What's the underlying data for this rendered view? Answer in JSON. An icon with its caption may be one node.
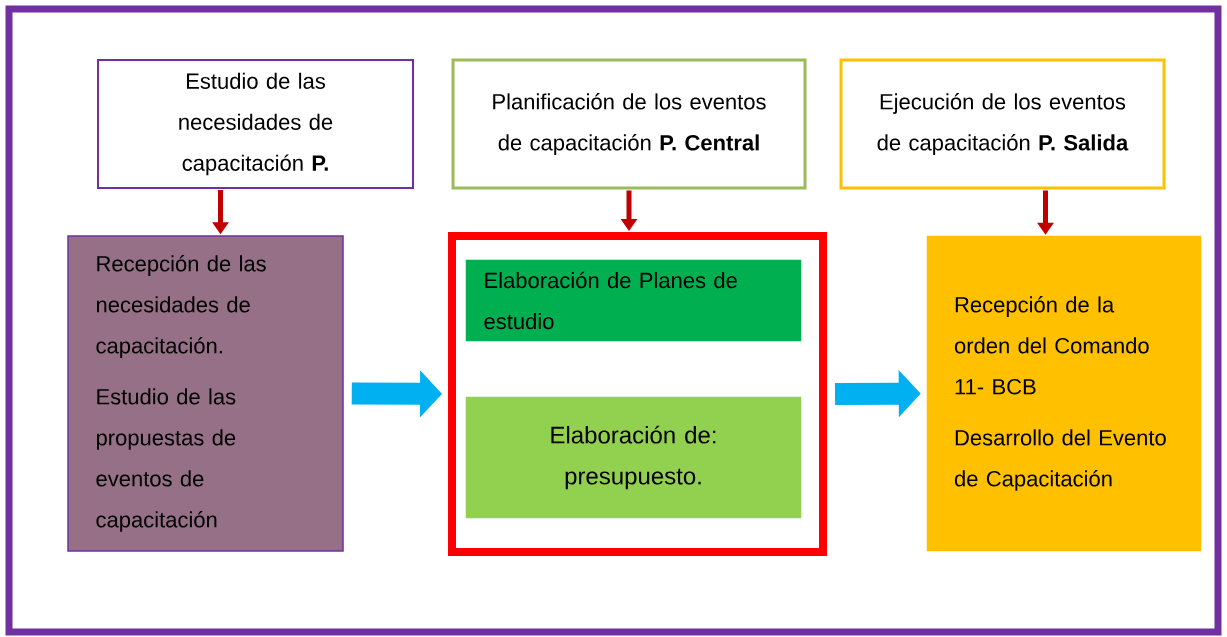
{
  "diagram": {
    "nodes": [
      {
        "text": [
          "Estudio de las necesidades de capacitación **P.**"
        ]
      },
      {
        "text": [
          "Planificación de los eventos de capacitación **P. Central**"
        ]
      },
      {
        "text": [
          "Ejecución de los eventos de capacitación **P. Salida**"
        ]
      },
      {
        "text": [
          "Recepción de las necesidades de capacitación.",
          "Estudio de las propuestas de eventos de capacitación"
        ]
      },
      {
        "text": [],
        "shape": "box"
      },
      {
        "text": [
          "Elaboración de Planes de estudio"
        ],
        "in": 4
      },
      {
        "text": [
          "Elaboración de: presupuesto."
        ],
        "in": 4
      },
      {
        "text": [
          "Recepción de la orden del Comando 11- BCB",
          "Desarrollo del Evento de Capacitación"
        ]
      }
    ],
    "edges": [
      {
        "from": 0,
        "to": 3,
        "arrow": "to"
      },
      {
        "from": 1,
        "to": 4,
        "arrow": "to"
      },
      {
        "from": 2,
        "to": 7,
        "arrow": "to"
      },
      {
        "from": 3,
        "to": 4,
        "arrow": "to",
        "style": "thick",
        "color": "#00b0f0"
      },
      {
        "from": 4,
        "to": 7,
        "arrow": "to",
        "style": "thick",
        "color": "#00b0f0"
      }
    ]
  }
}
